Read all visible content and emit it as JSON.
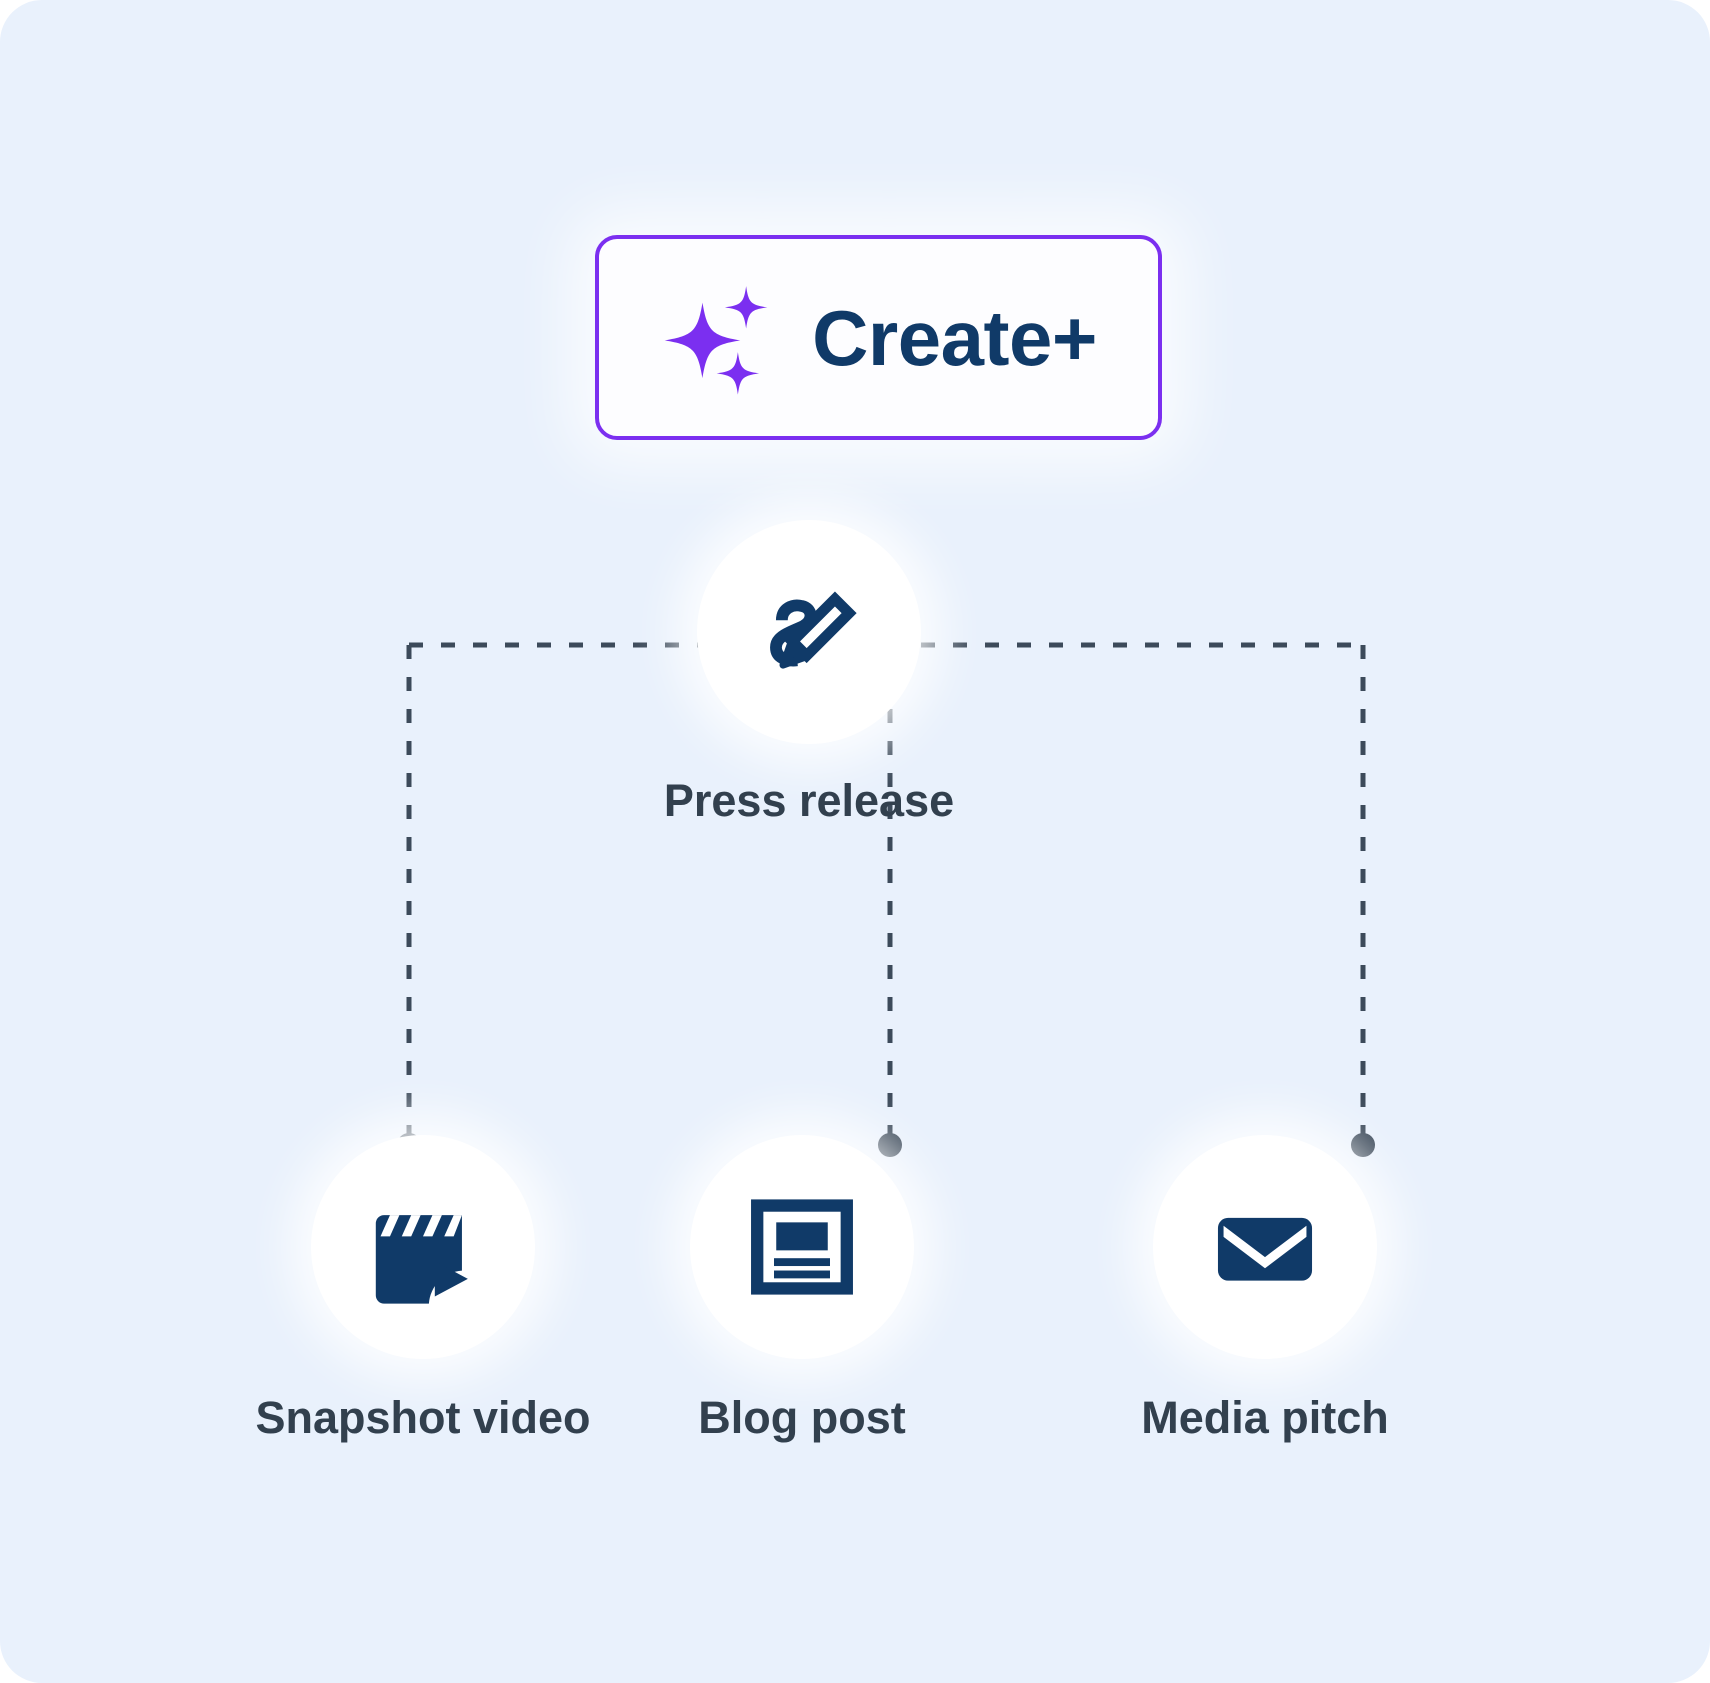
{
  "theme": {
    "background": "#e9f1fc",
    "accent_purple": "#7b2ff0",
    "navy": "#103a68",
    "label_slate": "#32404e",
    "connector_slate": "#3c4a5a",
    "circle_white": "#ffffff"
  },
  "create_button": {
    "label": "Create+",
    "icon": "sparkles-icon",
    "border_color": "#7b2ff0",
    "text_color": "#103a68"
  },
  "flow": {
    "source": {
      "id": "press-release",
      "label": "Press release",
      "icon": "pencil-edit-icon"
    },
    "outputs": [
      {
        "id": "snapshot-video",
        "label": "Snapshot video",
        "icon": "clapperboard-play-icon"
      },
      {
        "id": "blog-post",
        "label": "Blog post",
        "icon": "article-icon"
      },
      {
        "id": "media-pitch",
        "label": "Media pitch",
        "icon": "envelope-icon"
      }
    ]
  },
  "connector_style": {
    "type": "dashed",
    "dash": "14 18",
    "width": 5,
    "endpoint": "dot"
  }
}
